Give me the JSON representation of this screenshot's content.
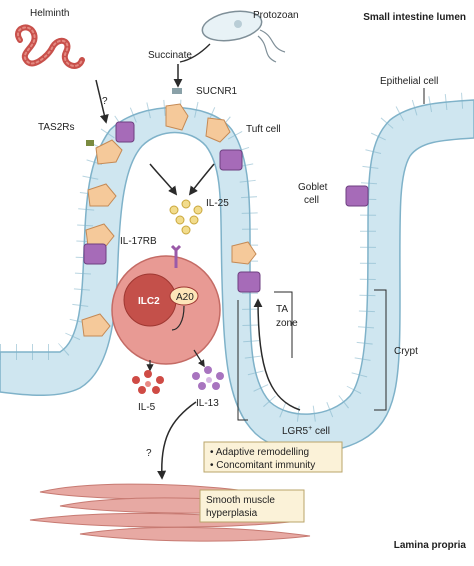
{
  "labels": {
    "lumen": "Small intestine lumen",
    "lamina": "Lamina propria",
    "helminth": "Helminth",
    "protozoan": "Protozoan",
    "succinate": "Succinate",
    "sucnr1": "SUCNR1",
    "tas2rs": "TAS2Rs",
    "tuft_cell": "Tuft cell",
    "epithelial_cell": "Epithelial cell",
    "goblet_cell_1": "Goblet",
    "goblet_cell_2": "cell",
    "il25": "IL-25",
    "il17rb": "IL-17RB",
    "ilc2": "ILC2",
    "a20": "A20",
    "il5": "IL-5",
    "il13": "IL-13",
    "ta_zone_1": "TA",
    "ta_zone_2": "zone",
    "crypt": "Crypt",
    "lgr5_base": "LGR5",
    "lgr5_sup": "+",
    "lgr5_tail": " cell",
    "q_helminth": "?",
    "q_muscle": "?",
    "outcome_1": "Adaptive remodelling",
    "outcome_2": "Concomitant immunity",
    "muscle_1": "Smooth muscle",
    "muscle_2": "hyperplasia"
  },
  "colors": {
    "epithelial": "#cfe6f0",
    "epithelial_stroke": "#7fb2c9",
    "tuft": "#f5c99a",
    "goblet": "#a66bb8",
    "ilc2": "#e89a94",
    "il25": "#f2dc8c",
    "il5": "#cf4b45",
    "il13": "#a874bf",
    "helminth": "#c8504b",
    "muscle": "#e7a9a3",
    "note_bg": "#fbf2d8"
  }
}
